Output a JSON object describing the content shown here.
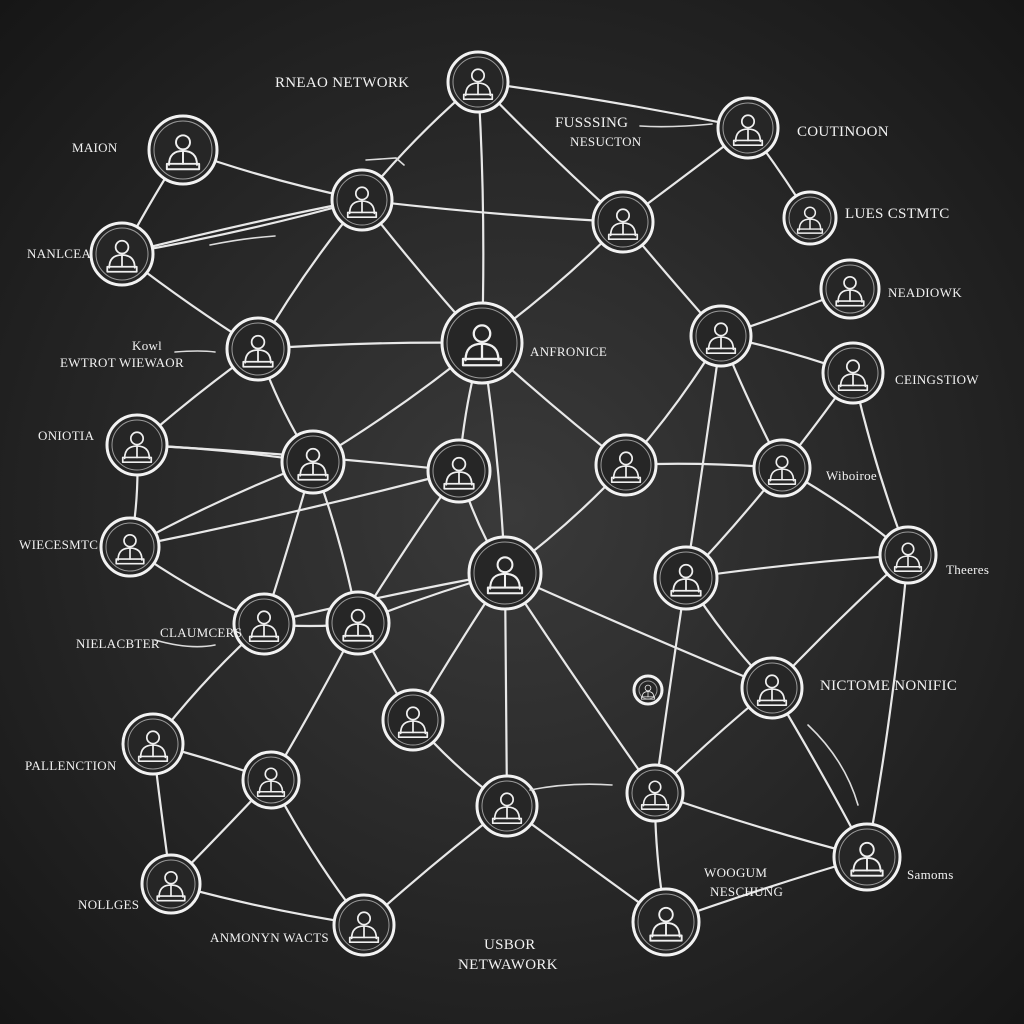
{
  "labels": {
    "rnd_network": "RNEAO NETWORK",
    "fussing": "FUSSSING",
    "nesucton": "NESUCTON",
    "coutinoon": "COUTINOON",
    "malon": "MAION",
    "nanlcea": "NANLCEA",
    "lues_cstmtc": "LUES CSTMTC",
    "neadiowk": "NEADIOWK",
    "kowl": "Kowl",
    "ewtrot": "EWTROT WIEWAOR",
    "anfronice": "ANFRONICE",
    "ceingstiow": "CEINGSTIOW",
    "oniotia": "ONIOTIA",
    "wiboiroe": "Wiboiroe",
    "wiecesmtc": "WIECESMTC",
    "theeres": "Theeres",
    "nielacbter": "NIELACBTER",
    "claumcers": "CLAUMCERS",
    "nictome_nonific": "NICTOME NONIFIC",
    "pallenction": "PALLENCTION",
    "woogum": "WOOGUM",
    "neschung": "NESCHUNG",
    "samoms": "Samoms",
    "nollges": "NOLLGES",
    "anmonyn_wacts": "ANMONYN WACTS",
    "usbor": "USBOR",
    "netwawork": "NETWAWORK"
  }
}
